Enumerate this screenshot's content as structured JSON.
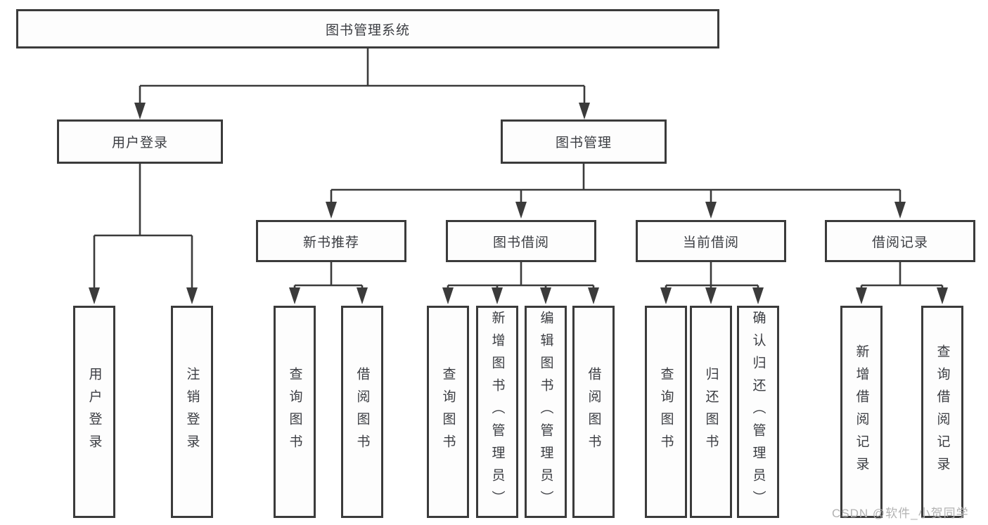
{
  "diagram": {
    "title": "图书管理系统",
    "type": "hierarchy-tree",
    "root": {
      "label": "图书管理系统"
    },
    "level2": [
      {
        "label": "用户登录",
        "parent": "图书管理系统"
      },
      {
        "label": "图书管理",
        "parent": "图书管理系统"
      }
    ],
    "level3": [
      {
        "label": "新书推荐",
        "parent": "图书管理"
      },
      {
        "label": "图书借阅",
        "parent": "图书管理"
      },
      {
        "label": "当前借阅",
        "parent": "图书管理"
      },
      {
        "label": "借阅记录",
        "parent": "图书管理"
      }
    ],
    "leaves": [
      {
        "label": "用户登录",
        "parent": "用户登录"
      },
      {
        "label": "注销登录",
        "parent": "用户登录"
      },
      {
        "label": "查询图书",
        "parent": "新书推荐"
      },
      {
        "label": "借阅图书",
        "parent": "新书推荐"
      },
      {
        "label": "查询图书",
        "parent": "图书借阅"
      },
      {
        "label": "新增图书（管理员）",
        "parent": "图书借阅"
      },
      {
        "label": "编辑图书（管理员）",
        "parent": "图书借阅"
      },
      {
        "label": "借阅图书",
        "parent": "图书借阅"
      },
      {
        "label": "查询图书",
        "parent": "当前借阅"
      },
      {
        "label": "归还图书",
        "parent": "当前借阅"
      },
      {
        "label": "确认归还（管理员）",
        "parent": "当前借阅"
      },
      {
        "label": "新增借阅记录",
        "parent": "借阅记录"
      },
      {
        "label": "查询借阅记录",
        "parent": "借阅记录"
      }
    ]
  },
  "watermark": {
    "text": "CSDN @软件_小贺同学"
  },
  "colors": {
    "line": "#3b3b3b",
    "border": "#3b3b3b",
    "text": "#3b3d42",
    "watermark": "#b2b2b2",
    "background": "#ffffff"
  }
}
